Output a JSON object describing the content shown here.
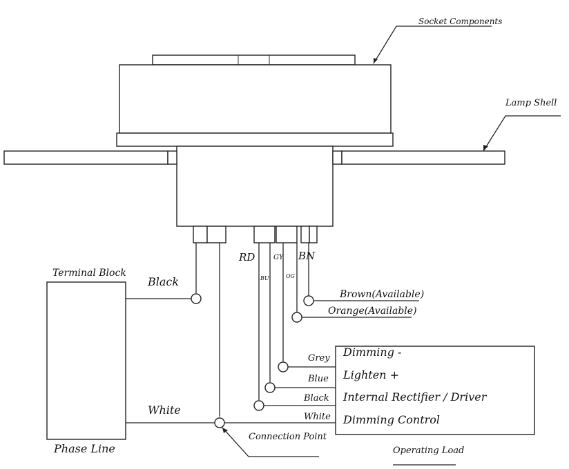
{
  "labels": {
    "socket_components": "Socket Components",
    "lamp_shell": "Lamp Shell",
    "terminal_block": "Terminal Block",
    "phase_line": "Phase Line",
    "black_wire": "Black",
    "white_wire": "White",
    "connection_point": "Connection Point",
    "operating_load": "Operating Load"
  },
  "wire_codes": {
    "rd": "RD",
    "gy": "GY",
    "bn": "BN",
    "bu": "BU",
    "og": "OG"
  },
  "available_wires": {
    "brown": "Brown(Available)",
    "orange": "Orange(Available)"
  },
  "load_wires": {
    "grey": "Grey",
    "blue": "Blue",
    "black": "Black",
    "white": "White"
  },
  "load_functions": {
    "dimming_minus": "Dimming -",
    "lighten_plus": "Lighten +",
    "internal_rectifier": "Internal Rectifier / Driver",
    "dimming_control": "Dimming Control"
  }
}
